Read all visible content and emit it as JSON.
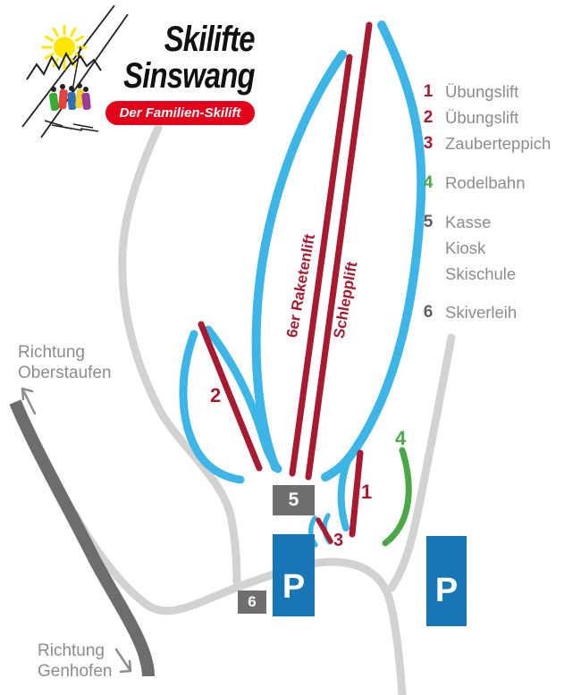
{
  "logo": {
    "title_line1": "Skilifte",
    "title_line2": "Sinswang",
    "badge": "Der Familien-Skilift",
    "badge_color": "#e2001a"
  },
  "legend": {
    "items": [
      {
        "num": "1",
        "label": "Übungslift"
      },
      {
        "num": "2",
        "label": "Übungslift"
      },
      {
        "num": "3",
        "label": "Zauberteppich"
      },
      {
        "num": "4",
        "label": "Rodelbahn"
      },
      {
        "num": "5",
        "label": "Kasse",
        "sub": [
          "Kiosk",
          "Skischule"
        ]
      },
      {
        "num": "6",
        "label": "Skiverleih"
      }
    ]
  },
  "map": {
    "lift_labels": {
      "raketenlift": "6er Raketenlift",
      "schlepplift": "Schlepplift"
    },
    "markers": {
      "m1": "1",
      "m2": "2",
      "m3": "3",
      "m4": "4",
      "box5": "5",
      "box6": "6",
      "parking1": "P",
      "parking2": "P"
    },
    "directions": {
      "oberstaufen": {
        "line1": "Richtung",
        "line2": "Oberstaufen"
      },
      "genhofen": {
        "line1": "Richtung",
        "line2": "Genhofen"
      }
    },
    "colors": {
      "slope_blue": "#3db5e6",
      "lift_red": "#a81a30",
      "rodelbahn_green": "#4ba747",
      "road_light": "#d2d2d2",
      "road_dark": "#6d6d6d",
      "parking_blue": "#1777b6",
      "box_gray": "#6f6f6f",
      "text_gray": "#8c8c8c"
    }
  }
}
